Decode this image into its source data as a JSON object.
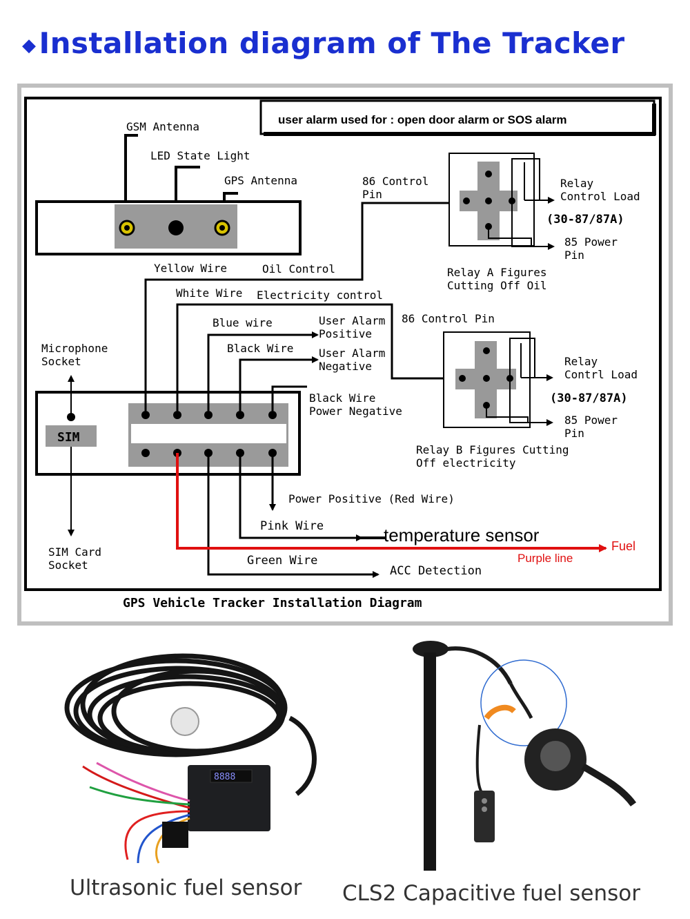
{
  "headline": {
    "bullet": "◆",
    "text": "Installation diagram of The Tracker"
  },
  "diagram": {
    "alarm_note": "user alarm used for :  open door alarm  or SOS alarm",
    "gsm_antenna": "GSM Antenna",
    "led_state_light": "LED State Light",
    "gps_antenna": "GPS Antenna",
    "control_pin_a_1": "86 Control",
    "control_pin_a_2": "Pin",
    "relay_a_load_1": "Relay",
    "relay_a_load_2": "Control Load",
    "relay_a_load_3": "(30-87/87A)",
    "relay_a_power_1": "85 Power",
    "relay_a_power_2": "Pin",
    "relay_a_fig_1": "Relay A Figures",
    "relay_a_fig_2": "Cutting Off Oil",
    "yellow_wire": "Yellow Wire",
    "oil_control": "Oil Control",
    "white_wire": "White Wire",
    "electricity_control": "Electricity control",
    "blue_wire": "Blue wire",
    "user_alarm_pos_1": "User Alarm",
    "user_alarm_pos_2": "Positive",
    "control_pin_b": "86 Control Pin",
    "microphone_1": "Microphone",
    "microphone_2": "Socket",
    "black_wire_1": "Black Wire",
    "user_alarm_neg_1": "User Alarm",
    "user_alarm_neg_2": "Negative",
    "relay_b_load_1": "Relay",
    "relay_b_load_2": "Contrl Load",
    "relay_b_load_3": "(30-87/87A)",
    "black_wire_2a": "Black Wire",
    "black_wire_2b": "Power Negative",
    "sim": "SIM",
    "relay_b_power_1": "85 Power",
    "relay_b_power_2": "Pin",
    "relay_b_fig_1": "Relay B Figures Cutting",
    "relay_b_fig_2": "Off electricity",
    "power_positive": "Power Positive (Red Wire)",
    "pink_wire": "Pink Wire",
    "temperature_sensor": "temperature sensor",
    "fuel": "Fuel",
    "purple_line": "Purple line",
    "sim_card_1": "SIM Card",
    "sim_card_2": "Socket",
    "green_wire": "Green Wire",
    "acc_detection": "ACC Detection",
    "footer": "GPS Vehicle Tracker Installation Diagram"
  },
  "products": {
    "ultrasonic_caption": "Ultrasonic fuel sensor",
    "capacitive_caption": "CLS2 Capacitive fuel sensor",
    "display_digits": "8888"
  },
  "colors": {
    "headline": "#1a2fd0",
    "red_wire": "#e01010",
    "fuel_text": "#e01010"
  }
}
